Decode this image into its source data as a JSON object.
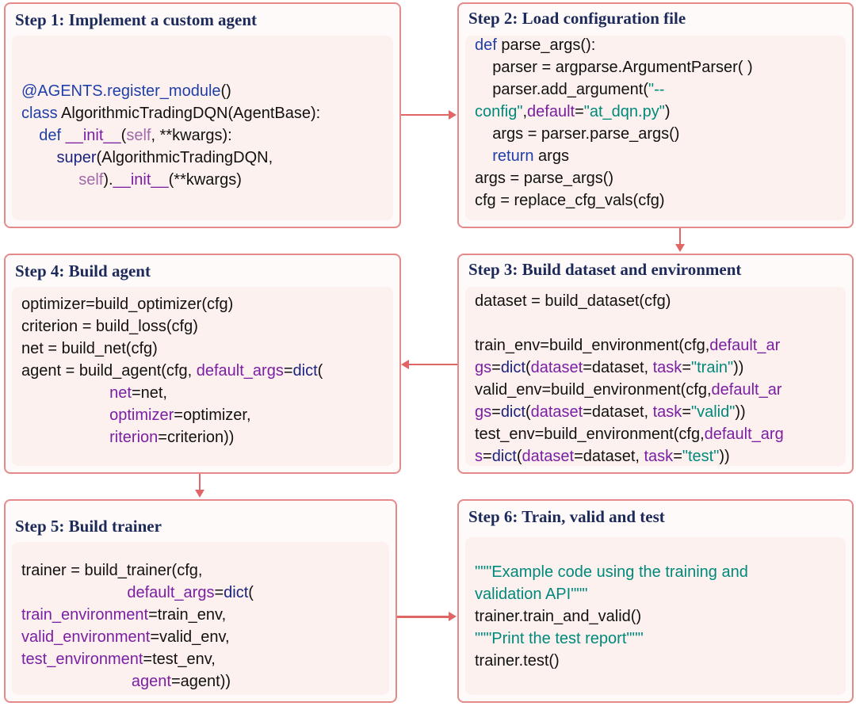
{
  "steps": [
    {
      "id": "step1",
      "title": "Step 1: Implement a custom agent",
      "lines": [
        [
          [
            "@AGENTS.register_module",
            "kw"
          ],
          [
            "()",
            ""
          ]
        ],
        [
          [
            "class ",
            "kw"
          ],
          [
            "AlgorithmicTradingDQN(AgentBase):",
            ""
          ]
        ],
        [
          [
            "    def ",
            "kw"
          ],
          [
            "__init__",
            "pu"
          ],
          [
            "(",
            ""
          ],
          [
            "self",
            "sf"
          ],
          [
            ", **kwargs):",
            ""
          ]
        ],
        [
          [
            "        super",
            "nv"
          ],
          [
            "(AlgorithmicTradingDQN,",
            ""
          ]
        ],
        [
          [
            "             self",
            "sf"
          ],
          [
            ").",
            ""
          ],
          [
            "__init__",
            "pu"
          ],
          [
            "(**kwargs)",
            ""
          ]
        ]
      ]
    },
    {
      "id": "step2",
      "title": "Step 2: Load configuration file",
      "lines": [
        [
          [
            "def ",
            "kw"
          ],
          [
            "parse_args():",
            ""
          ]
        ],
        [
          [
            "    parser = argparse.ArgumentParser( )",
            ""
          ]
        ],
        [
          [
            "    parser.add_argument(",
            ""
          ],
          [
            "\"--",
            "st"
          ]
        ],
        [
          [
            "config\"",
            "st"
          ],
          [
            ",",
            ""
          ],
          [
            "default",
            "pu"
          ],
          [
            "=",
            ""
          ],
          [
            "\"at_dqn.py\"",
            "st"
          ],
          [
            ")",
            ""
          ]
        ],
        [
          [
            "    args = parser.parse_args()",
            ""
          ]
        ],
        [
          [
            "    return ",
            "kw"
          ],
          [
            "args",
            ""
          ]
        ],
        [
          [
            "args = parse_args()",
            ""
          ]
        ],
        [
          [
            "cfg = replace_cfg_vals(cfg)",
            ""
          ]
        ]
      ]
    },
    {
      "id": "step3",
      "title": "Step 3: Build dataset and environment",
      "lines": [
        [
          [
            "dataset = build_dataset(cfg)",
            ""
          ]
        ],
        [
          [
            " ",
            ""
          ]
        ],
        [
          [
            "train_env=build_environment(cfg,",
            ""
          ],
          [
            "default_ar",
            "pu"
          ]
        ],
        [
          [
            "gs",
            "pu"
          ],
          [
            "=",
            ""
          ],
          [
            "dict",
            "nv"
          ],
          [
            "(",
            ""
          ],
          [
            "dataset",
            "pu"
          ],
          [
            "=dataset, ",
            ""
          ],
          [
            "task",
            "pu"
          ],
          [
            "=",
            ""
          ],
          [
            "\"train\"",
            "st"
          ],
          [
            "))",
            ""
          ]
        ],
        [
          [
            "valid_env=build_environment(cfg,",
            ""
          ],
          [
            "default_ar",
            "pu"
          ]
        ],
        [
          [
            "gs",
            "pu"
          ],
          [
            "=",
            ""
          ],
          [
            "dict",
            "nv"
          ],
          [
            "(",
            ""
          ],
          [
            "dataset",
            "pu"
          ],
          [
            "=dataset, ",
            ""
          ],
          [
            "task",
            "pu"
          ],
          [
            "=",
            ""
          ],
          [
            "\"valid\"",
            "st"
          ],
          [
            "))",
            ""
          ]
        ],
        [
          [
            "test_env=build_environment(cfg,",
            ""
          ],
          [
            "default_arg",
            "pu"
          ]
        ],
        [
          [
            "s",
            "pu"
          ],
          [
            "=",
            ""
          ],
          [
            "dict",
            "nv"
          ],
          [
            "(",
            ""
          ],
          [
            "dataset",
            "pu"
          ],
          [
            "=dataset, ",
            ""
          ],
          [
            "task",
            "pu"
          ],
          [
            "=",
            ""
          ],
          [
            "\"test\"",
            "st"
          ],
          [
            "))",
            ""
          ]
        ]
      ]
    },
    {
      "id": "step4",
      "title": "Step 4: Build agent",
      "lines": [
        [
          [
            "optimizer=build_optimizer(cfg)",
            ""
          ]
        ],
        [
          [
            "criterion = build_loss(cfg)",
            ""
          ]
        ],
        [
          [
            "net = build_net(cfg)",
            ""
          ]
        ],
        [
          [
            "agent = build_agent(cfg, ",
            ""
          ],
          [
            "default_args",
            "pu"
          ],
          [
            "=",
            ""
          ],
          [
            "dict",
            "nv"
          ],
          [
            "(",
            ""
          ]
        ],
        [
          [
            "                    net",
            "pu"
          ],
          [
            "=net,",
            ""
          ]
        ],
        [
          [
            "                    optimizer",
            "pu"
          ],
          [
            "=optimizer,",
            ""
          ]
        ],
        [
          [
            "                    riterion",
            "pu"
          ],
          [
            "=criterion))",
            ""
          ]
        ]
      ]
    },
    {
      "id": "step5",
      "title": "Step 5: Build trainer",
      "lines": [
        [
          [
            "trainer = build_trainer(cfg,",
            ""
          ]
        ],
        [
          [
            "                        default_args",
            "pu"
          ],
          [
            "=",
            ""
          ],
          [
            "dict",
            "nv"
          ],
          [
            "(",
            ""
          ]
        ],
        [
          [
            "train_environment",
            "pu"
          ],
          [
            "=train_env,",
            ""
          ]
        ],
        [
          [
            "valid_environment",
            "pu"
          ],
          [
            "=valid_env,",
            ""
          ]
        ],
        [
          [
            "test_environment",
            "pu"
          ],
          [
            "=test_env,",
            ""
          ]
        ],
        [
          [
            "                         agent",
            "pu"
          ],
          [
            "=agent))",
            ""
          ]
        ]
      ]
    },
    {
      "id": "step6",
      "title": "Step 6: Train, valid and test",
      "lines": [
        [
          [
            "\"\"\"Example code using the training and",
            "st"
          ]
        ],
        [
          [
            "validation API\"\"\"",
            "st"
          ]
        ],
        [
          [
            "trainer.train_and_valid()",
            ""
          ]
        ],
        [
          [
            "\"\"\"Print the test report\"\"\"",
            "st"
          ]
        ],
        [
          [
            "trainer.test()",
            ""
          ]
        ]
      ]
    }
  ]
}
